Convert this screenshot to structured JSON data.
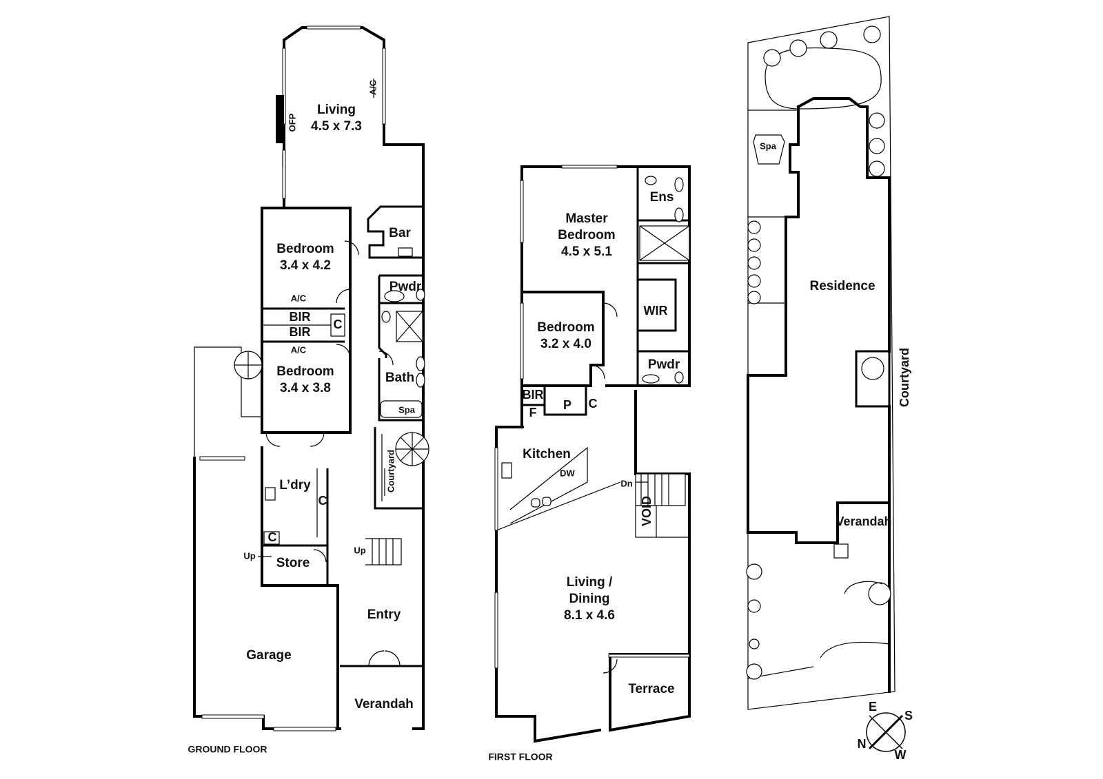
{
  "ground_floor": {
    "caption": "GROUND FLOOR",
    "living": {
      "name": "Living",
      "size": "4.5 x 7.3"
    },
    "ofp": "OFP",
    "ac": "A/C",
    "bar": "Bar",
    "bedroom1": {
      "name": "Bedroom",
      "size": "3.4 x 4.2"
    },
    "bedroom2": {
      "name": "Bedroom",
      "size": "3.4 x 3.8"
    },
    "pwdr": "Pwdr",
    "bir": "BIR",
    "cupboard": "C",
    "bath": "Bath",
    "spa": "Spa",
    "courtyard": "Courtyard",
    "laundry": "L’dry",
    "store": "Store",
    "up": "Up",
    "entry": "Entry",
    "garage": "Garage",
    "verandah": "Verandah"
  },
  "first_floor": {
    "caption": "FIRST FLOOR",
    "master": {
      "line1": "Master",
      "line2": "Bedroom",
      "size": "4.5 x 5.1"
    },
    "ens": "Ens",
    "wir": "WIR",
    "bedroom": {
      "name": "Bedroom",
      "size": "3.2 x 4.0"
    },
    "pwdr": "Pwdr",
    "bir": "BIR",
    "f": "F",
    "p": "P",
    "c": "C",
    "kitchen": "Kitchen",
    "dw": "DW",
    "dn": "Dn",
    "void": "VOID",
    "living": {
      "line1": "Living /",
      "line2": "Dining",
      "size": "8.1 x 4.6"
    },
    "terrace": "Terrace"
  },
  "site_plan": {
    "spa": "Spa",
    "residence": "Residence",
    "courtyard": "Courtyard",
    "verandah": "Verandah"
  },
  "compass": {
    "n": "N",
    "e": "E",
    "s": "S",
    "w": "W"
  }
}
